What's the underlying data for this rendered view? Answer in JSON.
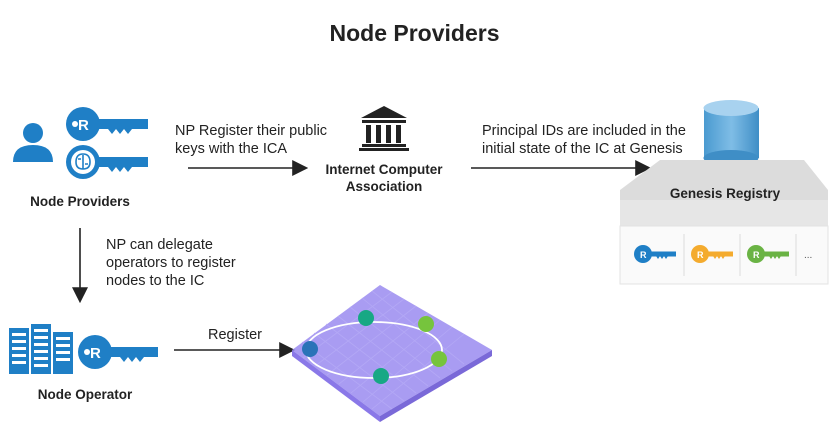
{
  "title": "Node Providers",
  "node_providers": {
    "label": "Node Providers"
  },
  "icp_register_text": [
    "NP Register their public",
    "keys with the ICA"
  ],
  "ica": {
    "label_line1": "Internet Computer",
    "label_line2": "Association"
  },
  "principal_text": [
    "Principal IDs are included in the",
    "initial state of the IC at Genesis"
  ],
  "genesis_registry": {
    "label": "Genesis Registry",
    "ellipsis": "...",
    "key_letter": "R"
  },
  "delegate_text": [
    "NP can delegate",
    "operators to register",
    "nodes to the IC"
  ],
  "node_operator": {
    "label": "Node Operator"
  },
  "register_text": "Register",
  "key_letter": "R",
  "colors": {
    "key_blue": "#1f7fc6",
    "key_yellow": "#f4ab2e",
    "key_green": "#6ab344",
    "cylinder": "#5aa7d8",
    "grid": "#8a78e8",
    "node_teal": "#17a884",
    "node_green": "#76c43d",
    "node_blue": "#2b73b8"
  }
}
